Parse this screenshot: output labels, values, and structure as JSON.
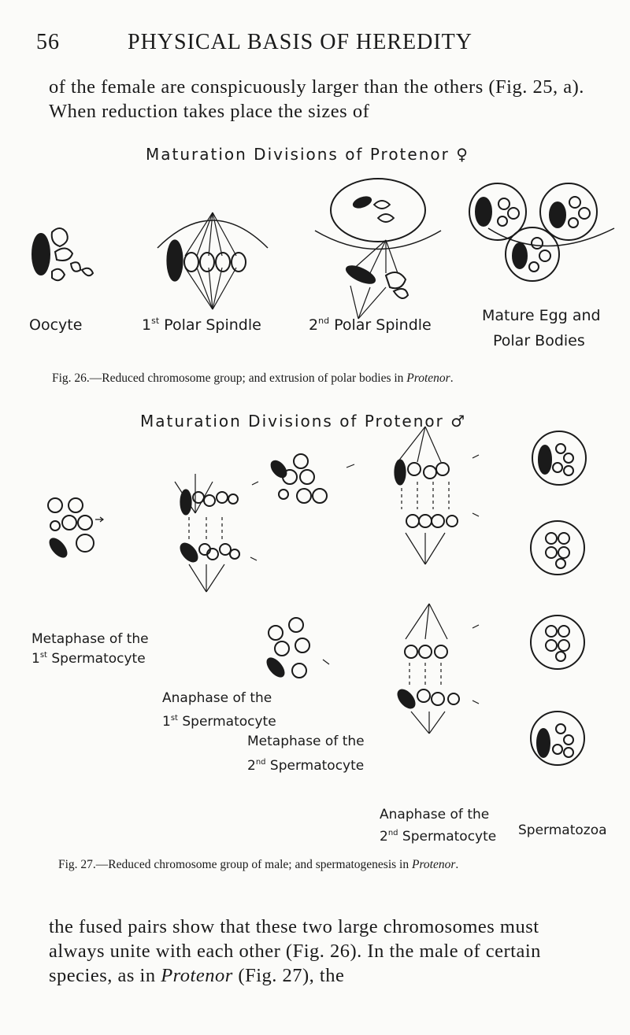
{
  "page": {
    "number": "56",
    "running_title": "PHYSICAL BASIS OF HEREDITY"
  },
  "text": {
    "paragraph_top": "of the female are conspicuously larger than the others (Fig. 25, a). When reduction takes place the sizes of",
    "paragraph_bottom_a": "the fused pairs show that these two large chromosomes must always unite with each other (Fig. 26). In the male of certain species, as in ",
    "paragraph_bottom_species": "Protenor",
    "paragraph_bottom_b": " (Fig. 27), the"
  },
  "figure26": {
    "heading": "Maturation Divisions of Protenor ♀",
    "labels": {
      "oocyte": "Oocyte",
      "spindle1_sup": "st",
      "spindle1_num": "1",
      "spindle1_text": " Polar Spindle",
      "spindle2_num": "2",
      "spindle2_sup": "nd",
      "spindle2_text": " Polar Spindle",
      "mature_line1": "Mature Egg and",
      "mature_line2": "Polar Bodies"
    },
    "caption_text": "Fig. 26.—Reduced chromosome group; and extrusion of polar bodies in ",
    "caption_species": "Protenor",
    "caption_end": "."
  },
  "figure27": {
    "heading": "Maturation Divisions of Protenor ♂",
    "labels": {
      "metaphase1_line1": "Metaphase of the",
      "metaphase1_num": "1",
      "metaphase1_sup": "st",
      "metaphase1_text": " Spermatocyte",
      "anaphase1_line1": "Anaphase of the",
      "anaphase1_num": "1",
      "anaphase1_sup": "st",
      "anaphase1_text": " Spermatocyte",
      "metaphase2_line1": "Metaphase of the",
      "metaphase2_num": "2",
      "metaphase2_sup": "nd",
      "metaphase2_text": " Spermatocyte",
      "anaphase2_line1": "Anaphase of the",
      "anaphase2_num": "2",
      "anaphase2_sup": "nd",
      "anaphase2_text": " Spermatocyte",
      "spermatozoa": "Spermatozoa"
    },
    "caption_text": "Fig. 27.—Reduced chromosome group of male; and spermatogenesis in ",
    "caption_species": "Protenor",
    "caption_end": "."
  }
}
